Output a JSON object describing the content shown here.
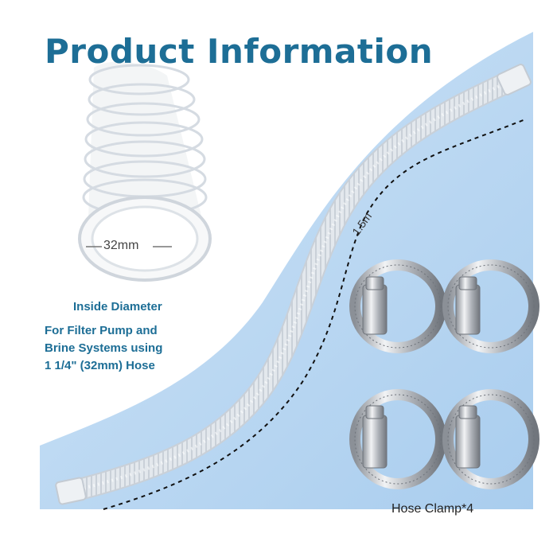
{
  "title": "Product Information",
  "diameter": {
    "value_label": "32mm",
    "caption": "Inside Diameter"
  },
  "description_lines": [
    "For Filter Pump and",
    "Brine Systems using",
    "1 1/4\" (32mm) Hose"
  ],
  "hose": {
    "length_label": "1.5m"
  },
  "clamps": {
    "label": "Hose Clamp*4",
    "count": 4
  },
  "colors": {
    "title": "#1d6e96",
    "background_blue": "#b9d8f2",
    "hose": "#e6eaee"
  }
}
